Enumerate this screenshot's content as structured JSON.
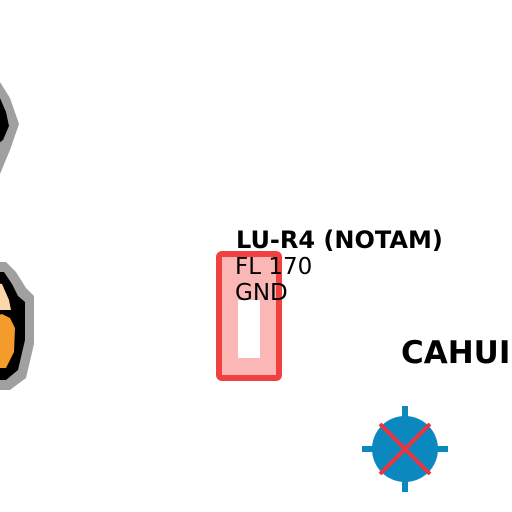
{
  "restricted_area": {
    "name": "LU-R4 (NOTAM)",
    "upper_limit": "FL 170",
    "lower_limit": "GND",
    "border_color": "#f04040",
    "fill_color": "#fbb6b6"
  },
  "waypoint": {
    "name": "CAHUI",
    "symbol": "crosshair-circle-icon",
    "symbol_color": "#0b88bd",
    "cross_color": "#ee3340"
  },
  "left_features": {
    "halo_color": "#a0a0a0",
    "outline_color": "#000000",
    "fill_color": "#f49b2b"
  }
}
